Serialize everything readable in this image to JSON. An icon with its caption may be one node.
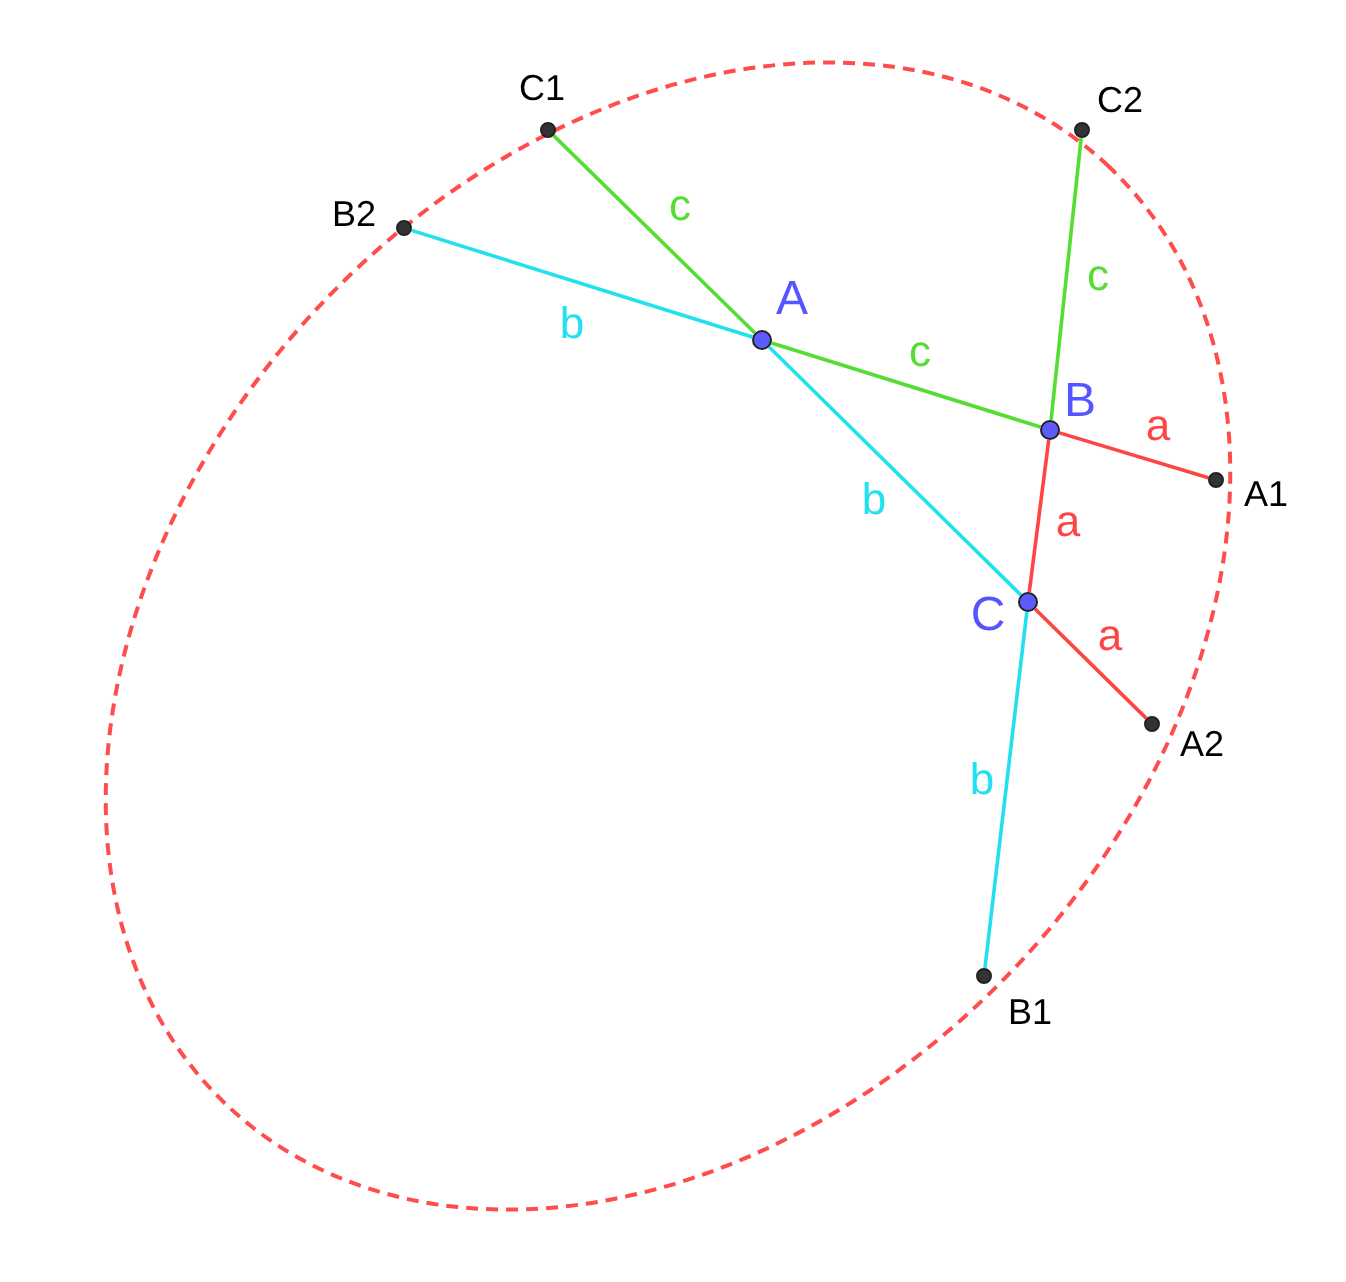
{
  "diagram": {
    "nodes": [
      {
        "text": [],
        "shape": "circle",
        "beside": [
          "A"
        ]
      },
      {
        "text": [],
        "shape": "circle",
        "beside": [
          "B"
        ]
      },
      {
        "text": [],
        "shape": "circle",
        "beside": [
          "C"
        ]
      },
      {
        "text": [],
        "shape": "circle",
        "beside": [
          "A1"
        ]
      },
      {
        "text": [],
        "shape": "circle",
        "beside": [
          "A2"
        ]
      },
      {
        "text": [],
        "shape": "circle",
        "beside": [
          "B1"
        ]
      },
      {
        "text": [],
        "shape": "circle",
        "beside": [
          "B2"
        ]
      },
      {
        "text": [],
        "shape": "circle",
        "beside": [
          "C1"
        ]
      },
      {
        "text": [],
        "shape": "circle",
        "beside": [
          "C2"
        ]
      }
    ],
    "edges": [
      {
        "from": 7,
        "to": 0,
        "arrow": "none",
        "label": "c",
        "color": "#55dd33"
      },
      {
        "from": 0,
        "to": 1,
        "arrow": "none",
        "label": "c",
        "color": "#55dd33"
      },
      {
        "from": 1,
        "to": 8,
        "arrow": "none",
        "label": "c",
        "color": "#55dd33"
      },
      {
        "from": 6,
        "to": 0,
        "arrow": "none",
        "label": "b",
        "color": "#22e0ee"
      },
      {
        "from": 0,
        "to": 2,
        "arrow": "none",
        "label": "b",
        "color": "#22e0ee"
      },
      {
        "from": 2,
        "to": 5,
        "arrow": "none",
        "label": "b",
        "color": "#22e0ee"
      },
      {
        "from": 1,
        "to": 3,
        "arrow": "none",
        "label": "a",
        "color": "#ff4444"
      },
      {
        "from": 1,
        "to": 2,
        "arrow": "none",
        "label": "a",
        "color": "#ff4444"
      },
      {
        "from": 2,
        "to": 4,
        "arrow": "none",
        "label": "a",
        "color": "#ff4444"
      }
    ]
  }
}
